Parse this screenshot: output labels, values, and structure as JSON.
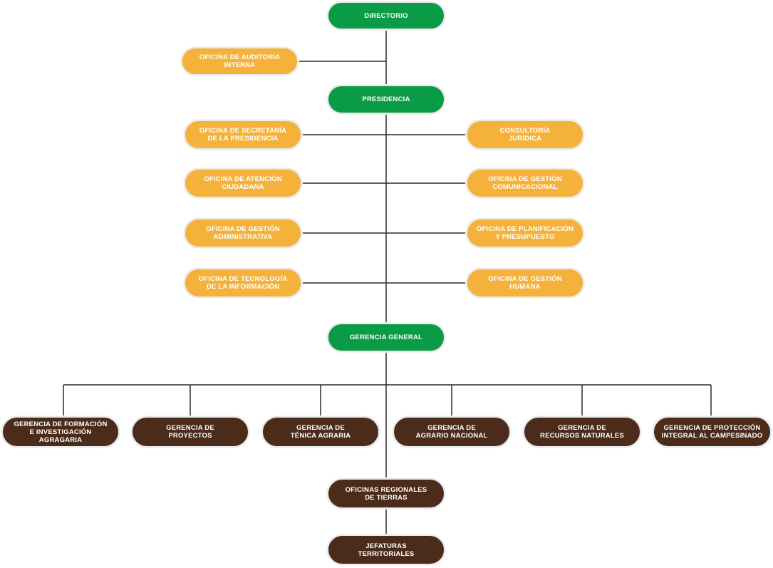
{
  "org_chart": {
    "directorio": "DIRECTORIO",
    "auditoria": "OFICINA DE AUDITORÍA\nINTERNA",
    "presidencia": "PRESIDENCIA",
    "left_offices": [
      "OFICINA DE SECRETARÍA\nDE LA PRESIDENCIA",
      "OFICINA DE ATENCIÓN\nCIUDADANA",
      "OFICINA DE GESTIÓN\nADMINISTRATIVA",
      "OFICINA DE TECNOLOGÍA\nDE LA INFORMACIÓN"
    ],
    "right_offices": [
      "CONSULTORÍA\nJURÍDICA",
      "OFICINA DE GESTIÓN\nCOMUNICACIONAL",
      "OFICINA DE PLANIFICACIÓN\nY PRESUPUESTO",
      "OFICINA DE GESTIÓN\nHUMANA"
    ],
    "gerencia_general": "GERENCIA GENERAL",
    "gerencias": [
      "GERENCIA DE FORMACIÓN\nE INVESTIGACIÓN AGRAGARIA",
      "GERENCIA DE\nPROYECTOS",
      "GERENCIA DE\nTÉNICA AGRARIA",
      "GERENCIA DE\nAGRARIO NACIONAL",
      "GERENCIA DE\nRECURSOS NATURALES",
      "GERENCIA DE  PROTECCIÓN\nINTEGRAL AL CAMPESINADO"
    ],
    "oficinas_regionales": "OFICINAS REGIONALES\nDE TIERRAS",
    "jefaturas": "JEFATURAS\nTERRITORIALES"
  },
  "colors": {
    "top_level": "#0a9b46",
    "offices": "#f5b23b",
    "operational": "#4b2c1a",
    "connector": "#2b2b2b"
  }
}
